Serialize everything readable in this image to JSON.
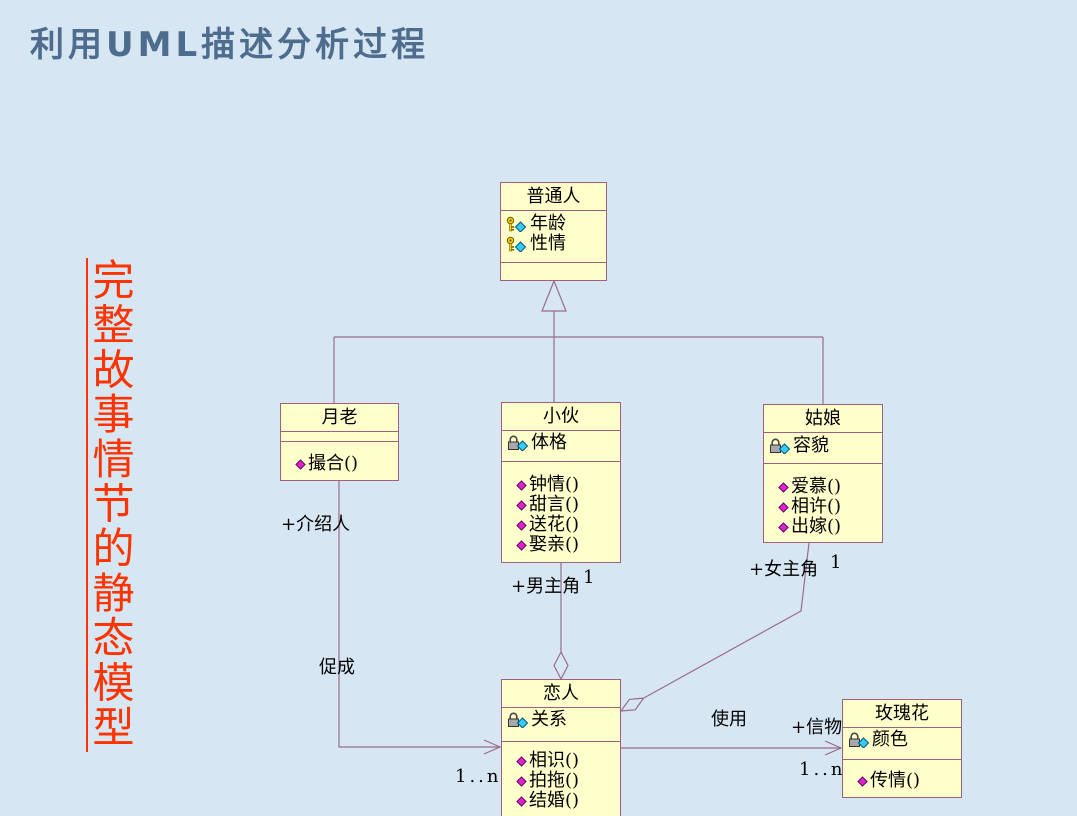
{
  "slide": {
    "title": "利用UML描述分析过程",
    "side_caption": "完整故事情节的静态模型"
  },
  "colors": {
    "background": "#d6e6f3",
    "title": "#4e6c8d",
    "caption": "#ff3300",
    "class_fill": "#ffffcc",
    "class_border": "#a0607f",
    "connector": "#9a6b8e"
  },
  "diagram": {
    "classes": {
      "ordinary_person": {
        "name": "普通人",
        "attributes": [
          {
            "label": "年龄",
            "icon": "protected-attribute-key-icon"
          },
          {
            "label": "性情",
            "icon": "protected-attribute-key-icon"
          }
        ],
        "operations": []
      },
      "matchmaker": {
        "name": "月老",
        "attributes": [],
        "operations": [
          {
            "label": "撮合()",
            "icon": "public-operation-icon"
          }
        ]
      },
      "young_man": {
        "name": "小伙",
        "attributes": [
          {
            "label": "体格",
            "icon": "private-attribute-lock-icon"
          }
        ],
        "operations": [
          {
            "label": "钟情()",
            "icon": "public-operation-icon"
          },
          {
            "label": "甜言()",
            "icon": "public-operation-icon"
          },
          {
            "label": "送花()",
            "icon": "public-operation-icon"
          },
          {
            "label": "娶亲()",
            "icon": "public-operation-icon"
          }
        ]
      },
      "girl": {
        "name": "姑娘",
        "attributes": [
          {
            "label": "容貌",
            "icon": "private-attribute-lock-icon"
          }
        ],
        "operations": [
          {
            "label": "爱慕()",
            "icon": "public-operation-icon"
          },
          {
            "label": "相许()",
            "icon": "public-operation-icon"
          },
          {
            "label": "出嫁()",
            "icon": "public-operation-icon"
          }
        ]
      },
      "lovers": {
        "name": "恋人",
        "attributes": [
          {
            "label": "关系",
            "icon": "private-attribute-lock-icon"
          }
        ],
        "operations": [
          {
            "label": "相识()",
            "icon": "public-operation-icon"
          },
          {
            "label": "拍拖()",
            "icon": "public-operation-icon"
          },
          {
            "label": "结婚()",
            "icon": "public-operation-icon"
          }
        ]
      },
      "rose": {
        "name": "玫瑰花",
        "attributes": [
          {
            "label": "颜色",
            "icon": "private-attribute-lock-icon"
          }
        ],
        "operations": [
          {
            "label": "传情()",
            "icon": "public-operation-icon"
          }
        ]
      }
    },
    "associations": {
      "matchmaker_to_lovers": {
        "name": "促成",
        "source_role": "+介绍人",
        "target_multiplicity": "1..n"
      },
      "young_man_in_lovers": {
        "role": "+男主角",
        "multiplicity": "1"
      },
      "girl_in_lovers": {
        "role": "+女主角",
        "multiplicity": "1"
      },
      "lovers_to_rose": {
        "name": "使用",
        "target_role": "+信物",
        "target_multiplicity": "1..n"
      }
    }
  }
}
